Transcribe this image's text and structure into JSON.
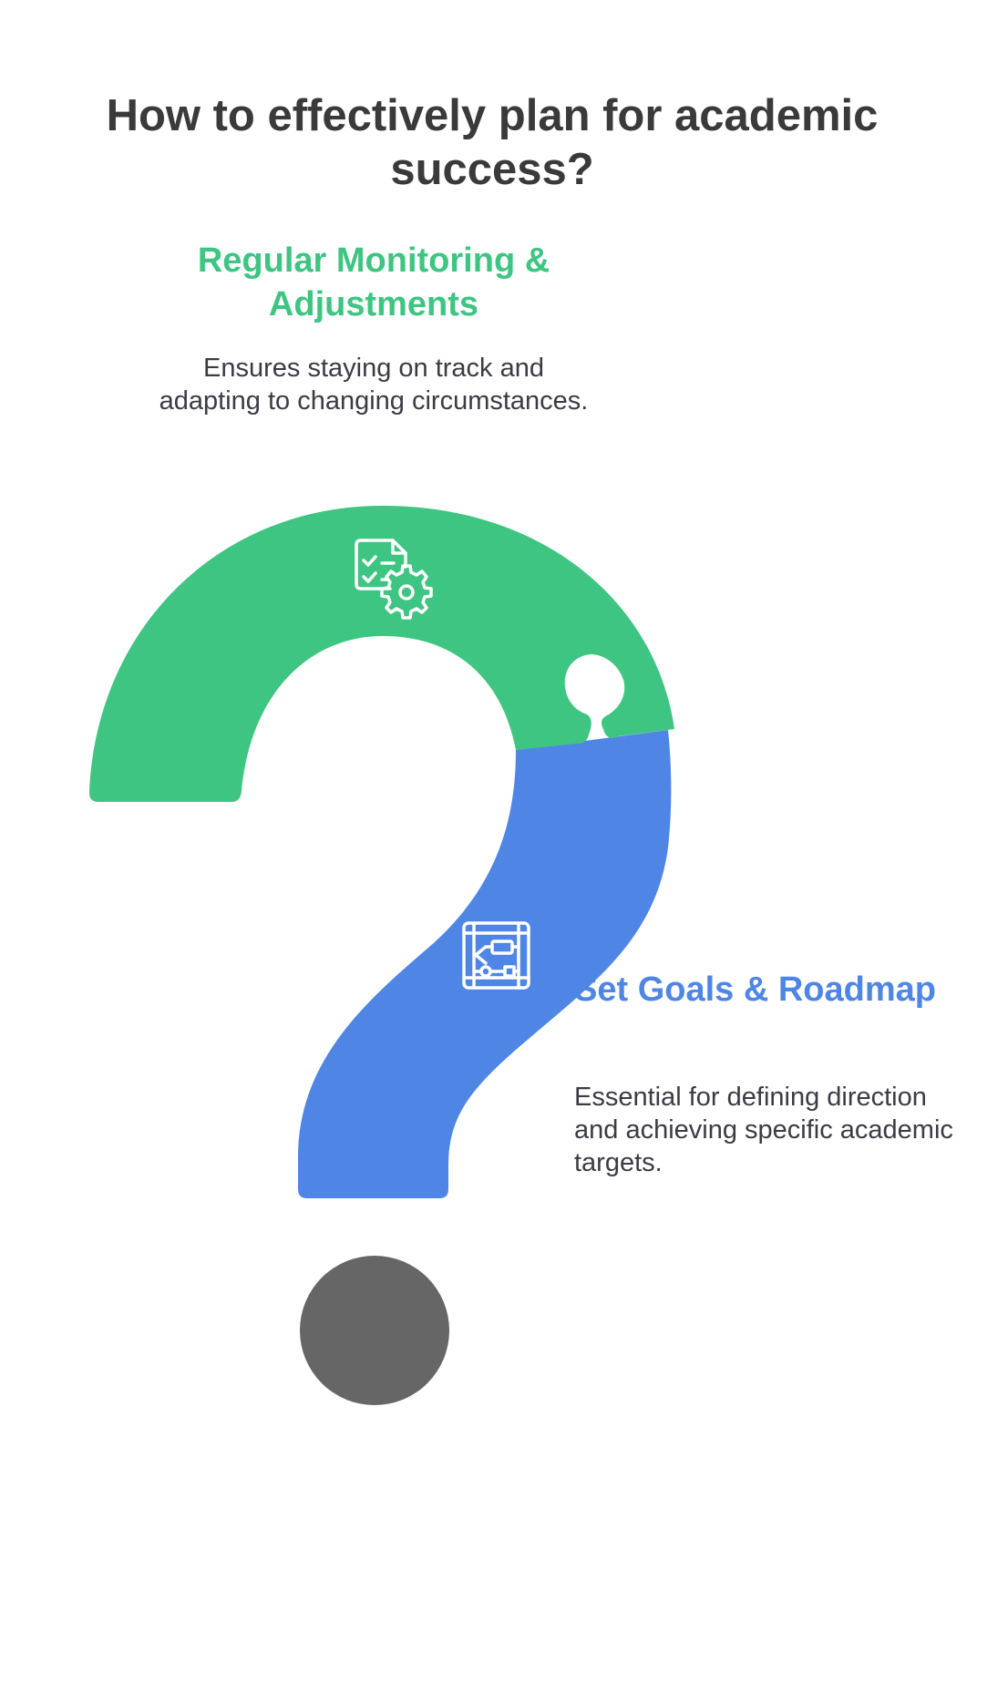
{
  "title": "How to effectively plan for academic success?",
  "colors": {
    "green": "#3ec581",
    "blue": "#4f86e5",
    "dot": "#666666",
    "title": "#3a3a3a",
    "text": "#3b3b45"
  },
  "sections": [
    {
      "heading": "Regular Monitoring & Adjustments",
      "description": "Ensures staying on track and adapting to changing circumstances.",
      "icon": "checklist-gear-icon"
    },
    {
      "heading": "Set Goals & Roadmap",
      "description": "Essential for defining direction and achieving specific academic targets.",
      "icon": "roadmap-flowchart-icon"
    }
  ]
}
